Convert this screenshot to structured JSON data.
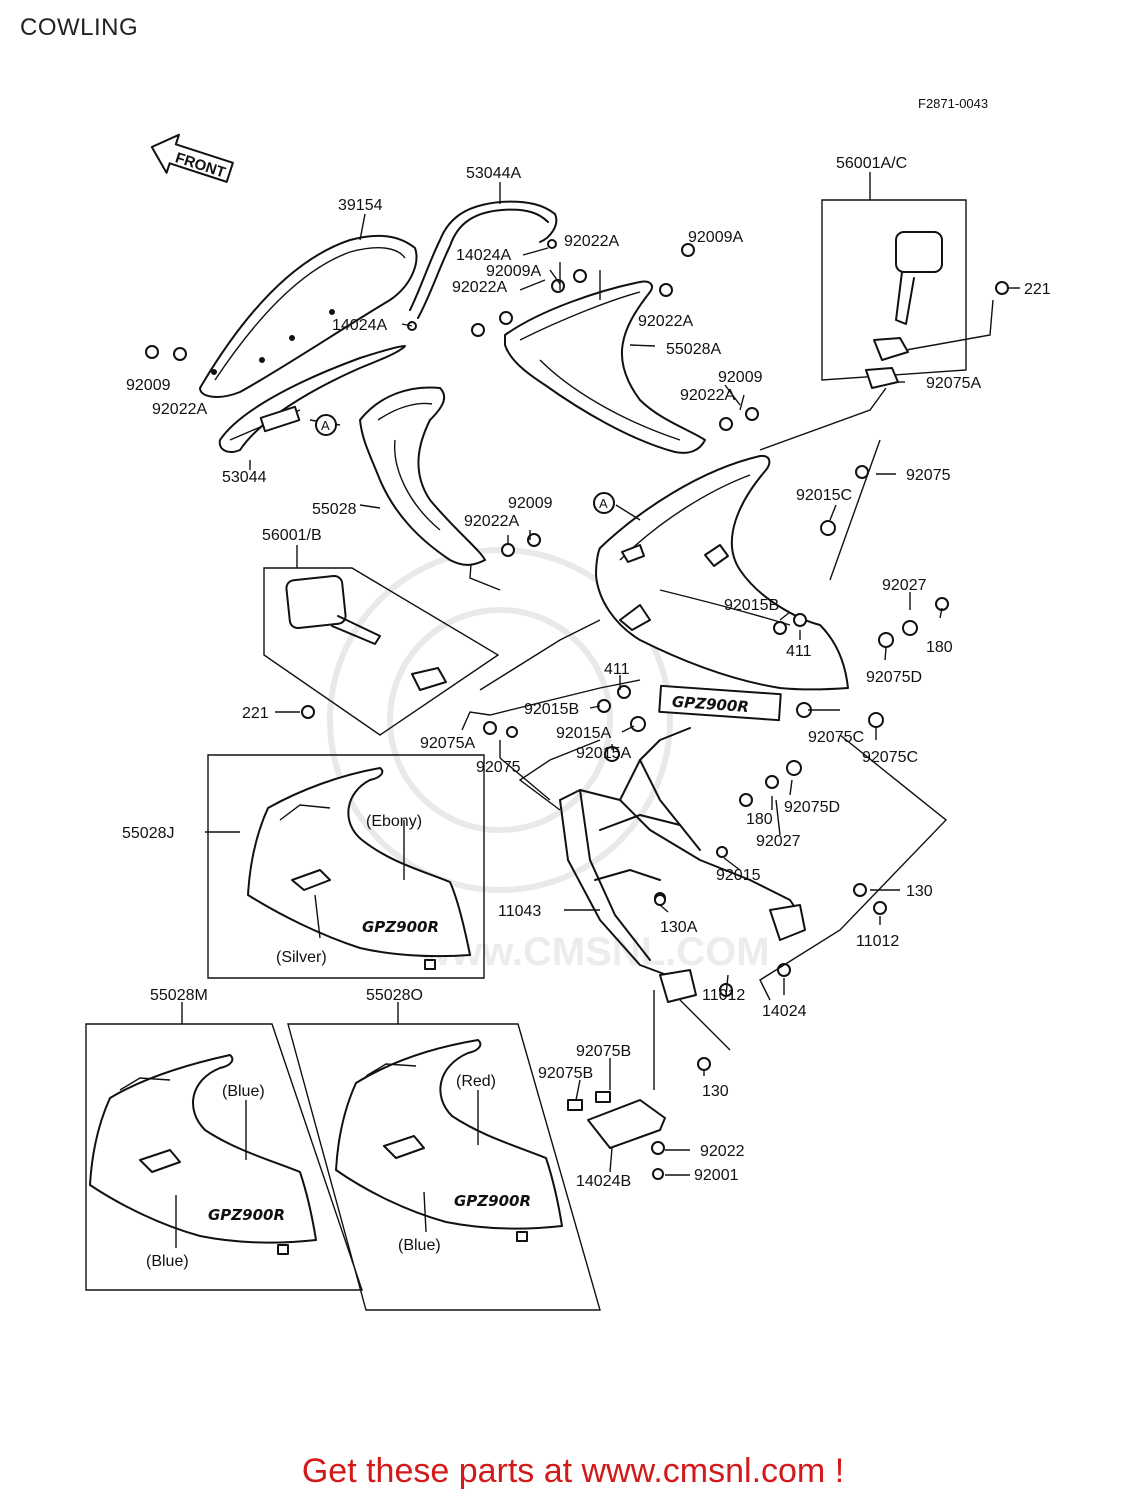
{
  "page": {
    "title": "COWLING",
    "footer": "Get these parts at www.cmsnl.com !",
    "figure_code": "F2871-0043",
    "front_arrow": "FRONT",
    "watermark": "www.CMSNL.COM"
  },
  "part_labels": {
    "p53044A": "53044A",
    "p39154": "39154",
    "p56001AC": "56001A/C",
    "p221a": "221",
    "p14024A_1": "14024A",
    "p92022A_1": "92022A",
    "p92009A_1": "92009A",
    "p92009A_2": "92009A",
    "p92022A_2": "92022A",
    "p92022A_3": "92022A",
    "p14024A_2": "14024A",
    "p55028A": "55028A",
    "p92009_1": "92009",
    "p92022A_4": "92022A",
    "p92009_2": "92009",
    "p92022A_5": "92022A",
    "p92075A_1": "92075A",
    "pA_1": "A",
    "p53044": "53044",
    "p92075_1": "92075",
    "p92015C": "92015C",
    "p55028": "55028",
    "p92009_3": "92009",
    "p92022A_6": "92022A",
    "pA_2": "A",
    "p56001B": "56001/B",
    "p92027_1": "92027",
    "p92015B_1": "92015B",
    "p180_1": "180",
    "p411_1": "411",
    "p92075D_1": "92075D",
    "p411_2": "411",
    "p92015B_2": "92015B",
    "p221b": "221",
    "p92075A_2": "92075A",
    "p92015A_1": "92015A",
    "p92015A_2": "92015A",
    "p92075C_1": "92075C",
    "p92075C_2": "92075C",
    "p92075_2": "92075",
    "p180_2": "180",
    "p92075D_2": "92075D",
    "p92027_2": "92027",
    "p55028J": "55028J",
    "p92015": "92015",
    "p130_1": "130",
    "p11043": "11043",
    "p130A": "130A",
    "p11012_1": "11012",
    "p14024": "14024",
    "p11012_2": "11012",
    "p55028M": "55028M",
    "p55028O": "55028O",
    "p92075B_1": "92075B",
    "p92075B_2": "92075B",
    "p130_2": "130",
    "p92022": "92022",
    "p14024B": "14024B",
    "p92001": "92001"
  },
  "color_variants": {
    "ebony": "(Ebony)",
    "silver": "(Silver)",
    "blue_upper": "(Blue)",
    "blue_lower": "(Blue)",
    "red": "(Red)",
    "blue_lower_2": "(Blue)"
  },
  "decals": {
    "gpz_main": "GPZ900R",
    "gpz_j": "GPZ900R",
    "gpz_m": "GPZ900R",
    "gpz_o": "GPZ900R"
  }
}
